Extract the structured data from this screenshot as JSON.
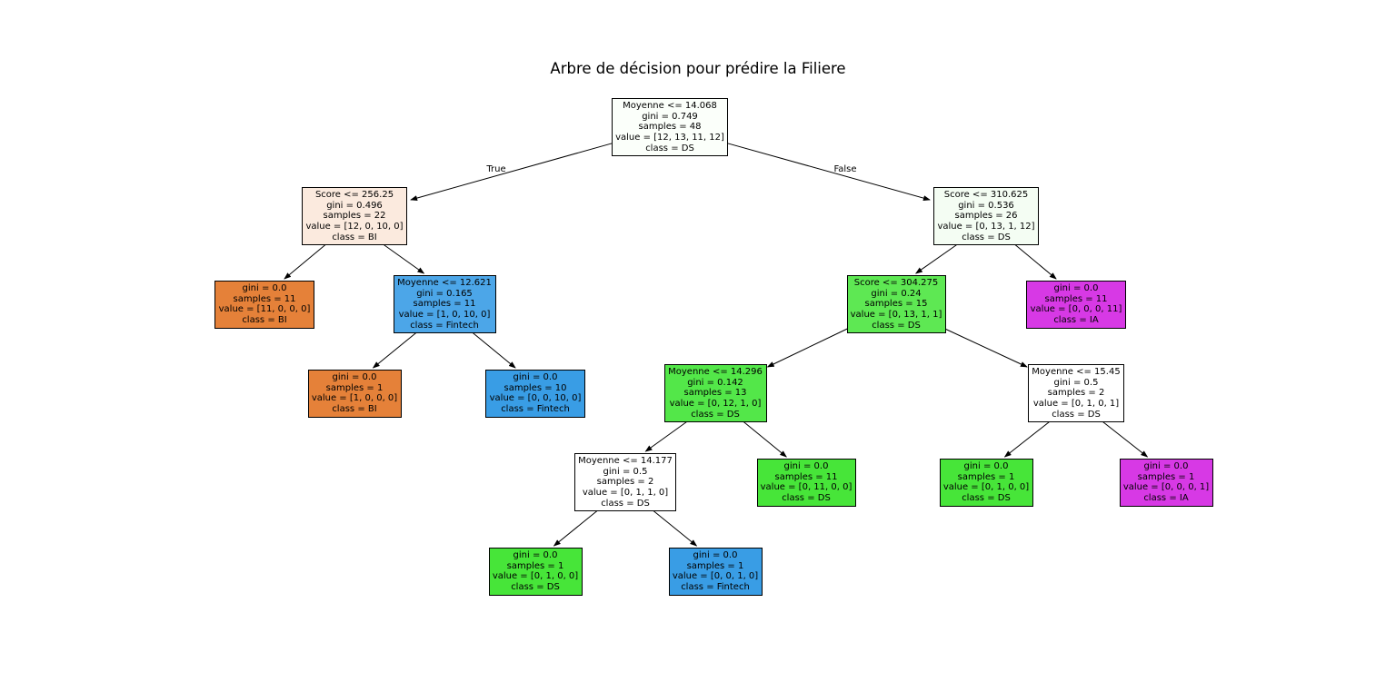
{
  "title": "Arbre de décision pour prédire la Filiere",
  "edge_labels": {
    "true": "True",
    "false": "False"
  },
  "colors": {
    "BI": "#e58139",
    "DS": "#47e539",
    "Fintech": "#399de5",
    "IA": "#d739e5",
    "pale_bi": "#fbeade",
    "pale_ds": "#f3fdf2",
    "white": "#ffffff",
    "light_fintech": "#4ba6e7",
    "mid_ds": "#5ce850",
    "ds_142": "#52e645"
  },
  "nodes": [
    {
      "id": "n0",
      "lines": [
        "Moyenne <= 14.068",
        "gini = 0.749",
        "samples = 48",
        "value = [12, 13, 11, 12]",
        "class = DS"
      ],
      "color": "#fbfffa"
    },
    {
      "id": "n1",
      "lines": [
        "Score <= 256.25",
        "gini = 0.496",
        "samples = 22",
        "value = [12, 0, 10, 0]",
        "class = BI"
      ],
      "color": "#fbeade"
    },
    {
      "id": "n2",
      "lines": [
        "gini = 0.0",
        "samples = 11",
        "value = [11, 0, 0, 0]",
        "class = BI"
      ],
      "color": "#e58139"
    },
    {
      "id": "n3",
      "lines": [
        "Moyenne <= 12.621",
        "gini = 0.165",
        "samples = 11",
        "value = [1, 0, 10, 0]",
        "class = Fintech"
      ],
      "color": "#4ca6e8"
    },
    {
      "id": "n4",
      "lines": [
        "gini = 0.0",
        "samples = 1",
        "value = [1, 0, 0, 0]",
        "class = BI"
      ],
      "color": "#e58139"
    },
    {
      "id": "n5",
      "lines": [
        "gini = 0.0",
        "samples = 10",
        "value = [0, 0, 10, 0]",
        "class = Fintech"
      ],
      "color": "#399de5"
    },
    {
      "id": "n6",
      "lines": [
        "Score <= 310.625",
        "gini = 0.536",
        "samples = 26",
        "value = [0, 13, 1, 12]",
        "class = DS"
      ],
      "color": "#f4fdf3"
    },
    {
      "id": "n7",
      "lines": [
        "Score <= 304.275",
        "gini = 0.24",
        "samples = 15",
        "value = [0, 13, 1, 1]",
        "class = DS"
      ],
      "color": "#5ee853"
    },
    {
      "id": "n8",
      "lines": [
        "Moyenne <= 14.296",
        "gini = 0.142",
        "samples = 13",
        "value = [0, 12, 1, 0]",
        "class = DS"
      ],
      "color": "#53e749"
    },
    {
      "id": "n9",
      "lines": [
        "Moyenne <= 14.177",
        "gini = 0.5",
        "samples = 2",
        "value = [0, 1, 1, 0]",
        "class = DS"
      ],
      "color": "#ffffff"
    },
    {
      "id": "n10",
      "lines": [
        "gini = 0.0",
        "samples = 1",
        "value = [0, 1, 0, 0]",
        "class = DS"
      ],
      "color": "#47e539"
    },
    {
      "id": "n11",
      "lines": [
        "gini = 0.0",
        "samples = 1",
        "value = [0, 0, 1, 0]",
        "class = Fintech"
      ],
      "color": "#399de5"
    },
    {
      "id": "n12",
      "lines": [
        "gini = 0.0",
        "samples = 11",
        "value = [0, 11, 0, 0]",
        "class = DS"
      ],
      "color": "#47e539"
    },
    {
      "id": "n13",
      "lines": [
        "Moyenne <= 15.45",
        "gini = 0.5",
        "samples = 2",
        "value = [0, 1, 0, 1]",
        "class = DS"
      ],
      "color": "#ffffff"
    },
    {
      "id": "n14",
      "lines": [
        "gini = 0.0",
        "samples = 1",
        "value = [0, 1, 0, 0]",
        "class = DS"
      ],
      "color": "#47e539"
    },
    {
      "id": "n15",
      "lines": [
        "gini = 0.0",
        "samples = 1",
        "value = [0, 0, 0, 1]",
        "class = IA"
      ],
      "color": "#d739e5"
    },
    {
      "id": "n16",
      "lines": [
        "gini = 0.0",
        "samples = 11",
        "value = [0, 0, 0, 11]",
        "class = IA"
      ],
      "color": "#d739e5"
    }
  ],
  "edges": [
    {
      "from": "n0",
      "to": "n1",
      "label": "true"
    },
    {
      "from": "n0",
      "to": "n6",
      "label": "false"
    },
    {
      "from": "n1",
      "to": "n2"
    },
    {
      "from": "n1",
      "to": "n3"
    },
    {
      "from": "n3",
      "to": "n4"
    },
    {
      "from": "n3",
      "to": "n5"
    },
    {
      "from": "n6",
      "to": "n7"
    },
    {
      "from": "n6",
      "to": "n16"
    },
    {
      "from": "n7",
      "to": "n8"
    },
    {
      "from": "n7",
      "to": "n13"
    },
    {
      "from": "n8",
      "to": "n9"
    },
    {
      "from": "n8",
      "to": "n12"
    },
    {
      "from": "n9",
      "to": "n10"
    },
    {
      "from": "n9",
      "to": "n11"
    },
    {
      "from": "n13",
      "to": "n14"
    },
    {
      "from": "n13",
      "to": "n15"
    }
  ]
}
